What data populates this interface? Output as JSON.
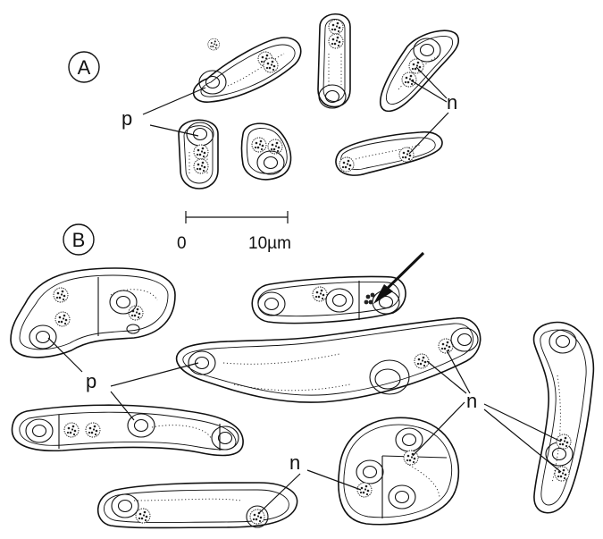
{
  "panels": [
    {
      "id": "A",
      "label": "A"
    },
    {
      "id": "B",
      "label": "B"
    }
  ],
  "labels": {
    "p": "p",
    "n": "n"
  },
  "scale_bar": {
    "start_label": "0",
    "end_label": "10µm"
  }
}
